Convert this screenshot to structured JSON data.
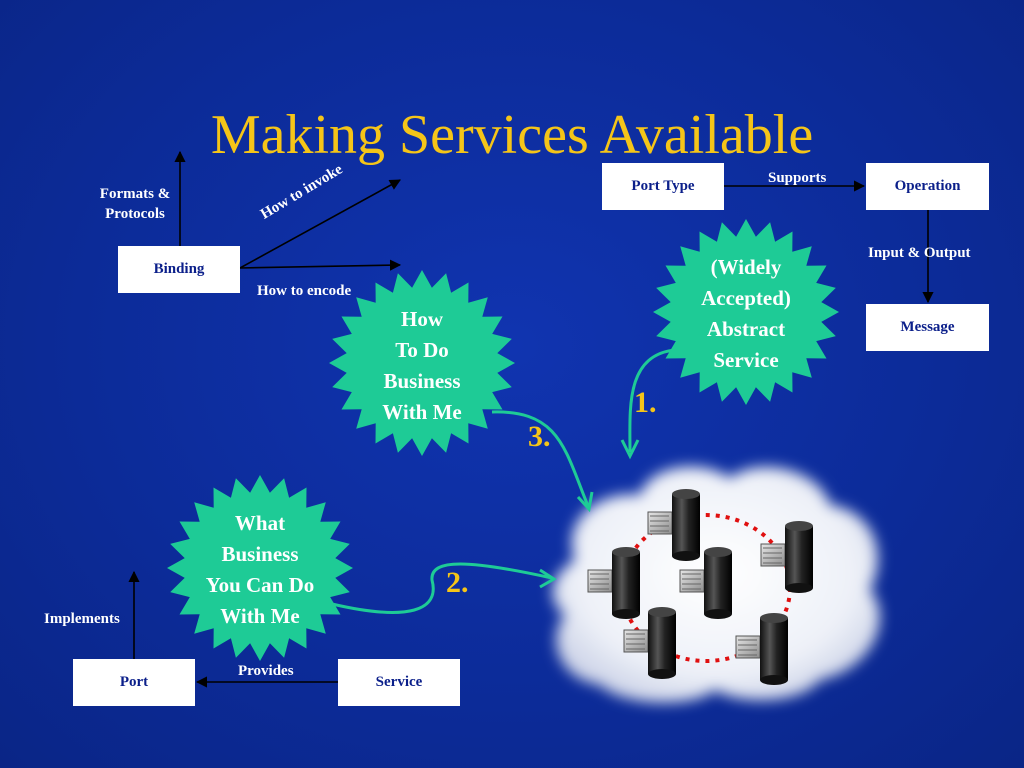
{
  "title": "Making Services Available",
  "boxes": {
    "binding": "Binding",
    "port_type": "Port Type",
    "operation": "Operation",
    "message": "Message",
    "port": "Port",
    "service": "Service"
  },
  "labels": {
    "formats_protocols_1": "Formats &",
    "formats_protocols_2": "Protocols",
    "how_to_invoke": "How to invoke",
    "how_to_encode": "How to encode",
    "supports": "Supports",
    "input_output": "Input & Output",
    "implements": "Implements",
    "provides": "Provides"
  },
  "bursts": {
    "how_to_do_business": [
      "How",
      "To Do",
      "Business",
      "With Me"
    ],
    "widely_accepted": [
      "(Widely",
      "Accepted)",
      "Abstract",
      "Service"
    ],
    "what_business": [
      "What",
      "Business",
      "You Can Do",
      "With Me"
    ]
  },
  "step_numbers": {
    "one": "1.",
    "two": "2.",
    "three": "3."
  },
  "colors": {
    "background": "#0c2b98",
    "title": "#f5c518",
    "burst": "#1ecb96",
    "box_text": "#0b1f8a",
    "ring": "#e01010"
  },
  "icons": {
    "server_cluster": "server-icon",
    "network_cloud": "cloud-icon"
  }
}
